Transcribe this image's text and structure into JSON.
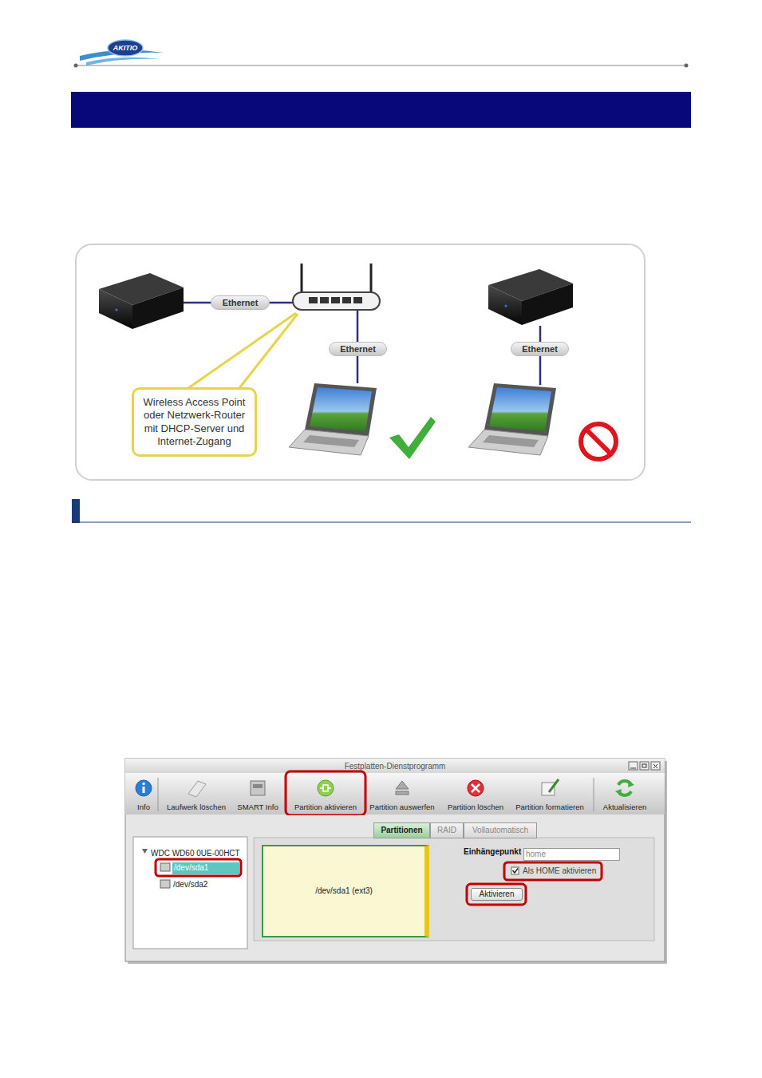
{
  "diagram": {
    "nodes": [
      {
        "text": [
          "Ethernet"
        ]
      },
      {
        "text": [
          "Ethernet"
        ]
      },
      {
        "text": [
          "Ethernet"
        ]
      },
      {
        "text": [
          "Wireless Access Point oder Netzwerk-Router mit DHCP-Server und Internet-Zugang"
        ]
      },
      {
        "text": [
          "Festplatten-Dienstprogramm"
        ]
      },
      {
        "text": [
          "Partitionen"
        ],
        "in": 4
      },
      {
        "text": [
          "RAID"
        ],
        "in": 4
      },
      {
        "text": [
          "Vollautomatisch"
        ],
        "in": 4
      },
      {
        "text": [
          "WDC WD60 0UE-00HCT"
        ],
        "in": 4
      },
      {
        "text": [
          "/dev/sda1"
        ],
        "in": 8
      },
      {
        "text": [
          "/dev/sda1 (ext3)"
        ],
        "in": 4
      },
      {
        "text": [
          "home"
        ],
        "in": 4
      },
      {
        "text": [
          "Aktivieren"
        ],
        "in": 4
      }
    ],
    "labels": [
      "AKITIO",
      "Info",
      "Laufwerk löschen",
      "SMART Info",
      "Partition aktivieren",
      "Partition auswerfen",
      "Partition löschen",
      "Partition formatieren",
      "Aktualisieren",
      "/dev/sda2",
      "Einhängepunkt",
      "Als HOME aktivieren"
    ]
  }
}
